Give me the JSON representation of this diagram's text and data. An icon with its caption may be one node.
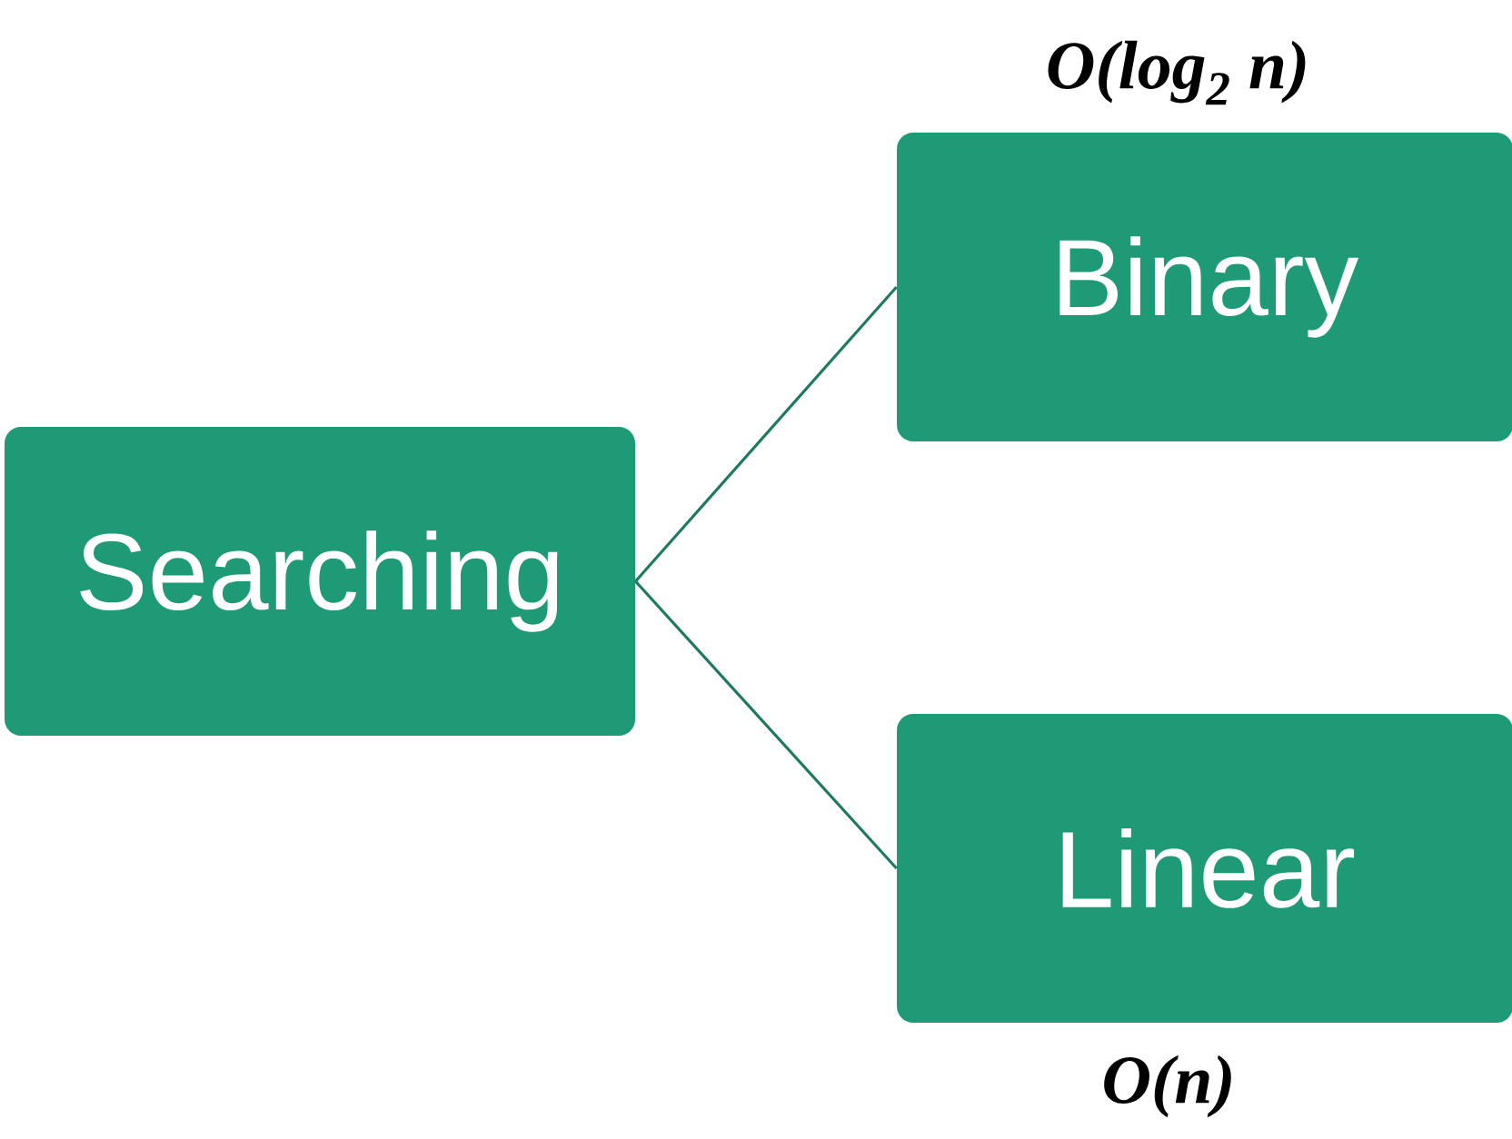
{
  "diagram": {
    "nodes": [
      {
        "text": [
          "Searching"
        ]
      },
      {
        "text": [
          "Binary"
        ],
        "beside": [
          "O(log$_{2}$ n)"
        ]
      },
      {
        "text": [
          "Linear"
        ],
        "beside": [
          "O(n)"
        ]
      }
    ],
    "edges": [
      {
        "from": 0,
        "to": 1,
        "arrow": "none"
      },
      {
        "from": 0,
        "to": 2,
        "arrow": "none"
      }
    ]
  }
}
